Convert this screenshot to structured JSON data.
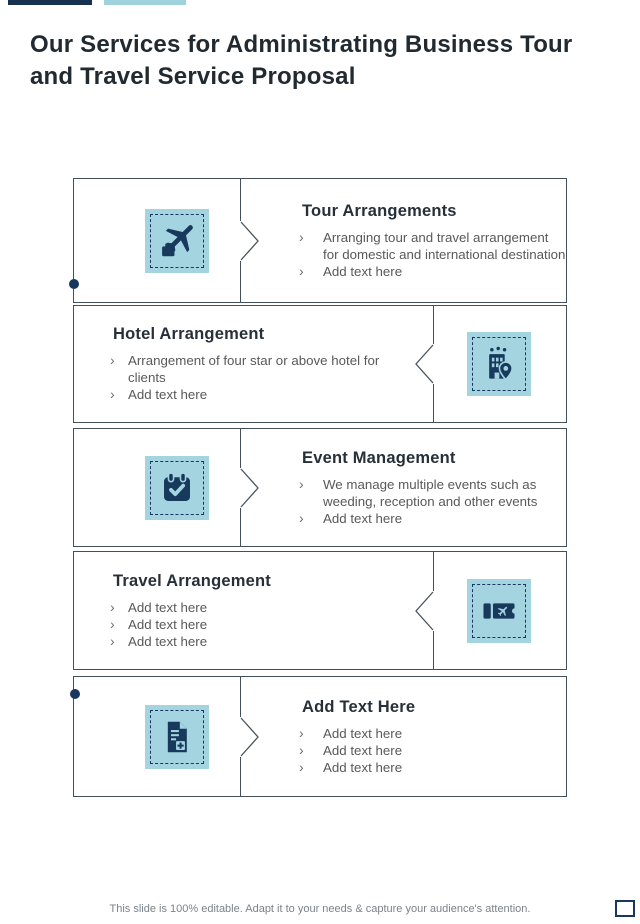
{
  "header": {
    "title": "Our Services for Administrating Business Tour and Travel Service Proposal"
  },
  "ui": {
    "bullet_char": "›"
  },
  "colors": {
    "navy": "#17375e",
    "accent_bar_navy": "#16324e",
    "accent_bar_light_blue": "#9fd2dc",
    "icon_tile_light_blue": "#a4d4e0",
    "dark_heading_text": "#273039",
    "body_text": "#595959",
    "block_border": "#43505c",
    "footer_text": "#7a838b"
  },
  "blocks": [
    {
      "title": "Tour Arrangements",
      "icon": "plane-luggage-icon",
      "text_side": "right",
      "bullets": [
        "Arranging tour and travel arrangement for domestic and international destination",
        "Add text here"
      ]
    },
    {
      "title": "Hotel Arrangement",
      "icon": "hotel-location-icon",
      "text_side": "left",
      "bullets": [
        "Arrangement of four star or above hotel for clients",
        "Add text here"
      ]
    },
    {
      "title": "Event Management",
      "icon": "calendar-check-icon",
      "text_side": "right",
      "bullets": [
        "We manage multiple events such as weeding, reception and other events",
        "Add text here"
      ]
    },
    {
      "title": "Travel Arrangement",
      "icon": "flight-ticket-icon",
      "text_side": "left",
      "bullets": [
        "Add text here",
        "Add text here",
        "Add text here"
      ]
    },
    {
      "title": "Add Text Here",
      "icon": "document-plus-icon",
      "text_side": "right",
      "bullets": [
        "Add text here",
        "Add text here",
        "Add text here"
      ]
    }
  ],
  "footer": {
    "note": "This slide is 100% editable. Adapt it to your needs & capture your audience's attention."
  }
}
